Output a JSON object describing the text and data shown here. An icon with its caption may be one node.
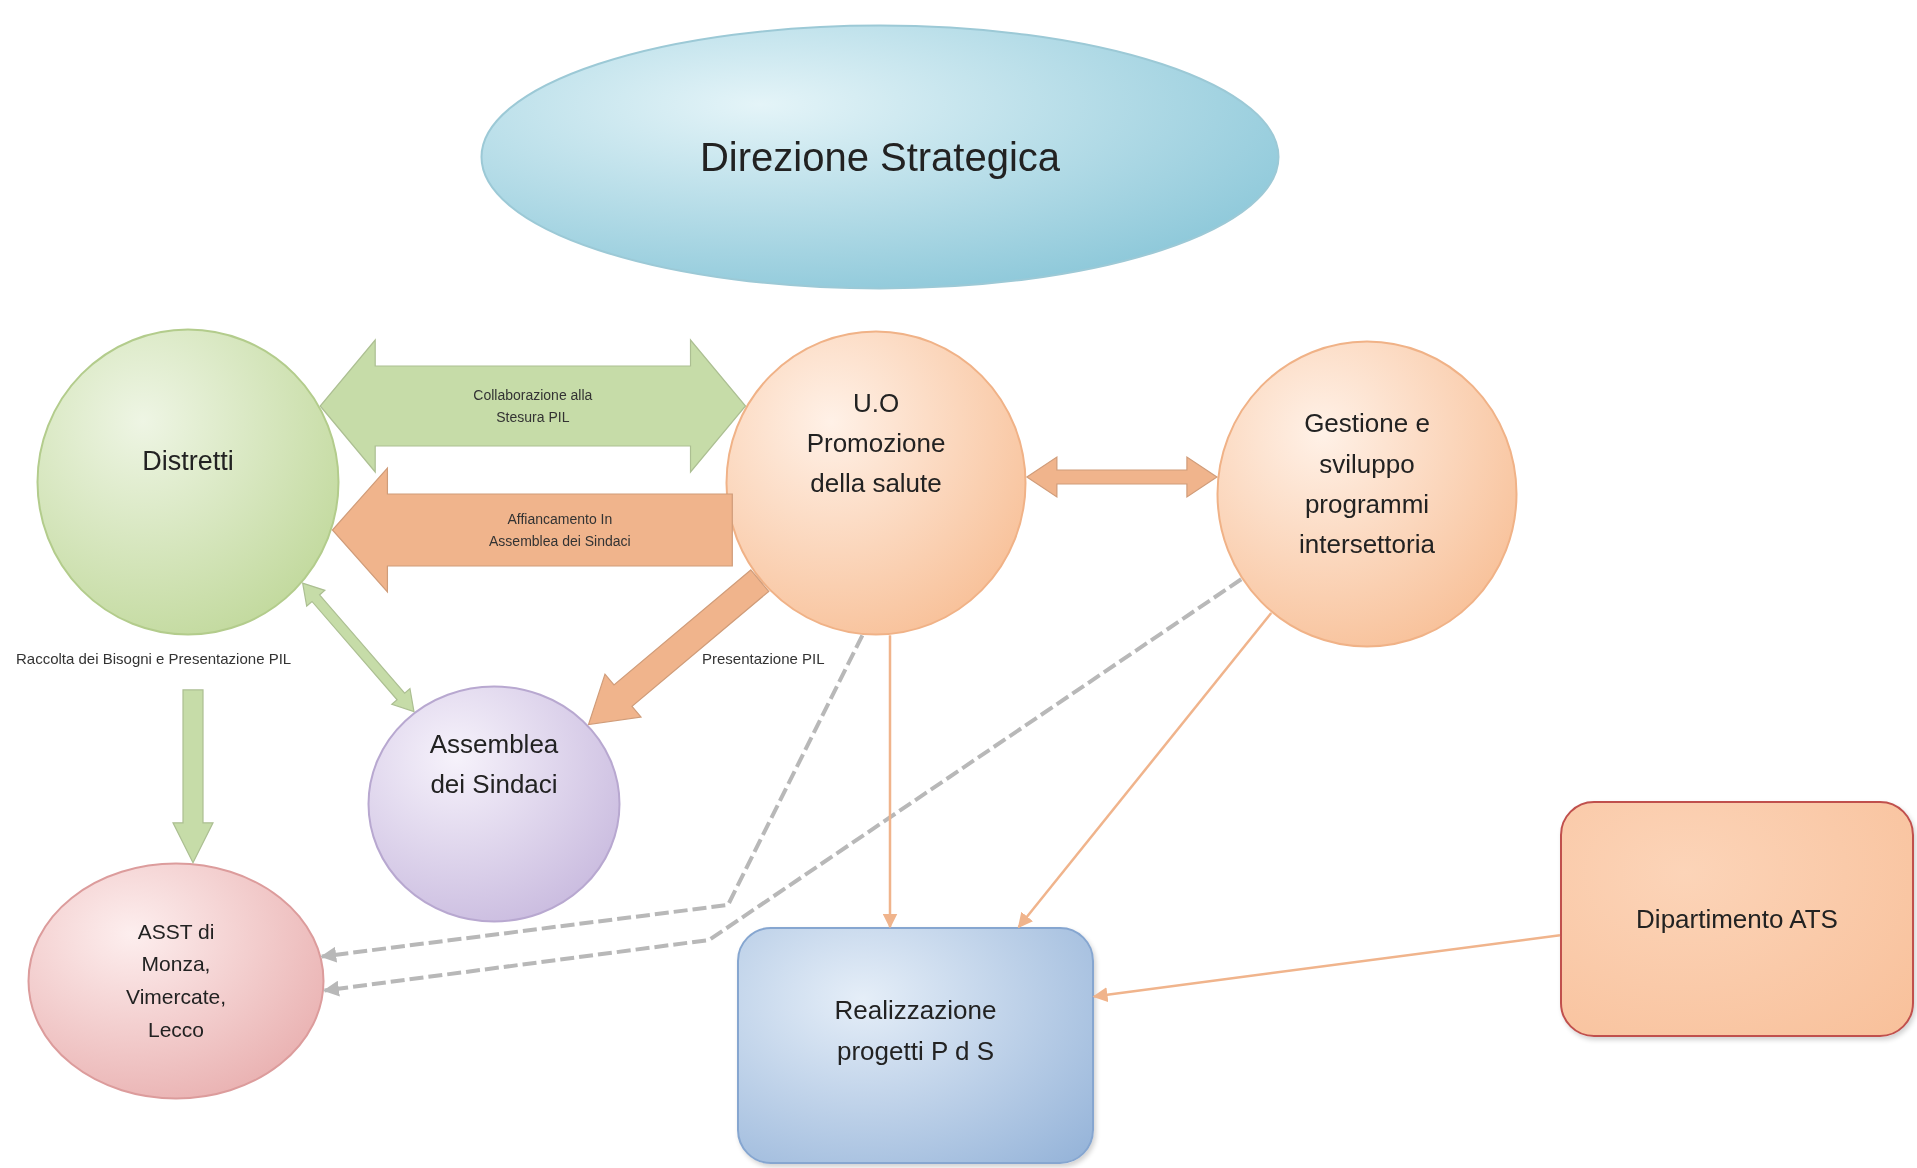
{
  "diagram": {
    "nodes": [
      {
        "text": [
          "Direzione Strategica"
        ]
      },
      {
        "text": [
          "Distretti"
        ]
      },
      {
        "text": [
          "U.O Promozione della salute"
        ]
      },
      {
        "text": [
          "Gestione e sviluppo programmi intersettoria"
        ]
      },
      {
        "text": [
          "Assemblea dei Sindaci"
        ]
      },
      {
        "text": [
          "ASST di Monza, Vimercate, Lecco"
        ]
      },
      {
        "text": [
          "Realizzazione progetti P d S"
        ]
      },
      {
        "text": [
          "Dipartimento ATS"
        ]
      }
    ],
    "edges": [
      {
        "from": 1,
        "to": 2,
        "arrow": "both",
        "label": "Collaborazione alla Stesura PIL",
        "style": "thick",
        "color": "#c6dca8"
      },
      {
        "from": 2,
        "to": 1,
        "arrow": "to",
        "label": "Affiancamento In Assemblea dei Sindaci",
        "style": "thick"
      },
      {
        "from": 2,
        "to": 3,
        "arrow": "both",
        "style": "thick"
      },
      {
        "from": 1,
        "to": 4,
        "arrow": "both",
        "style": "thick",
        "color": "#c6dca8"
      },
      {
        "from": 1,
        "to": 5,
        "arrow": "to",
        "style": "thick",
        "color": "#c6dca8"
      },
      {
        "from": 2,
        "to": 4,
        "arrow": "to",
        "style": "thick"
      },
      {
        "from": 2,
        "to": 5,
        "arrow": "to",
        "style": "dashed",
        "color": "#b8b8b8"
      },
      {
        "from": 3,
        "to": 5,
        "arrow": "to",
        "style": "dashed",
        "color": "#b8b8b8"
      },
      {
        "from": 2,
        "to": 6,
        "arrow": "to"
      },
      {
        "from": 3,
        "to": 6,
        "arrow": "to"
      },
      {
        "from": 7,
        "to": 6,
        "arrow": "to"
      }
    ],
    "labels": [
      "Raccolta dei Bisogni e Presentazione PIL",
      "Presentazione PIL"
    ]
  }
}
